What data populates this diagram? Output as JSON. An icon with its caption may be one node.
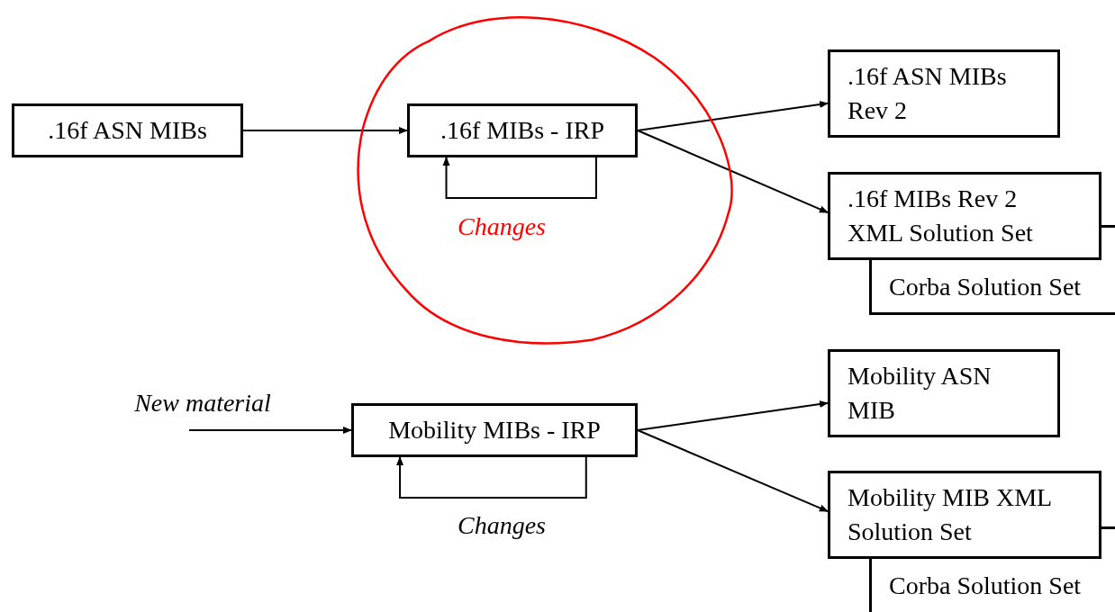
{
  "diagram": {
    "nodes": [
      {
        "text": [
          ".16f ASN MIBs"
        ]
      },
      {
        "text": [],
        "shape": "circle"
      },
      {
        "text": [
          ".16f MIBs - IRP"
        ],
        "in": 1
      },
      {
        "text": [
          ".16f ASN MIBs Rev 2"
        ]
      },
      {
        "text": [
          "Corba Solution Set"
        ]
      },
      {
        "text": [
          ".16f MIBs Rev 2 XML Solution Set"
        ]
      },
      {
        "text": [
          "Mobility MIBs - IRP"
        ]
      },
      {
        "text": [
          "Mobility ASN MIB"
        ]
      },
      {
        "text": [
          "Corba Solution Set"
        ]
      },
      {
        "text": [
          "Mobility MIB XML Solution Set"
        ]
      }
    ],
    "edges": [
      {
        "from": 0,
        "to": 2,
        "arrow": "to"
      },
      {
        "from": 2,
        "to": 2,
        "arrow": "to",
        "label": "Changes"
      },
      {
        "from": 2,
        "to": 3,
        "arrow": "to"
      },
      {
        "from": 2,
        "to": 5,
        "arrow": "to"
      },
      {
        "from": null,
        "to": 6,
        "arrow": "to",
        "label": "New material"
      },
      {
        "from": 6,
        "to": 6,
        "arrow": "to",
        "label": "Changes"
      },
      {
        "from": 6,
        "to": 7,
        "arrow": "to"
      },
      {
        "from": 6,
        "to": 9,
        "arrow": "to"
      }
    ]
  }
}
